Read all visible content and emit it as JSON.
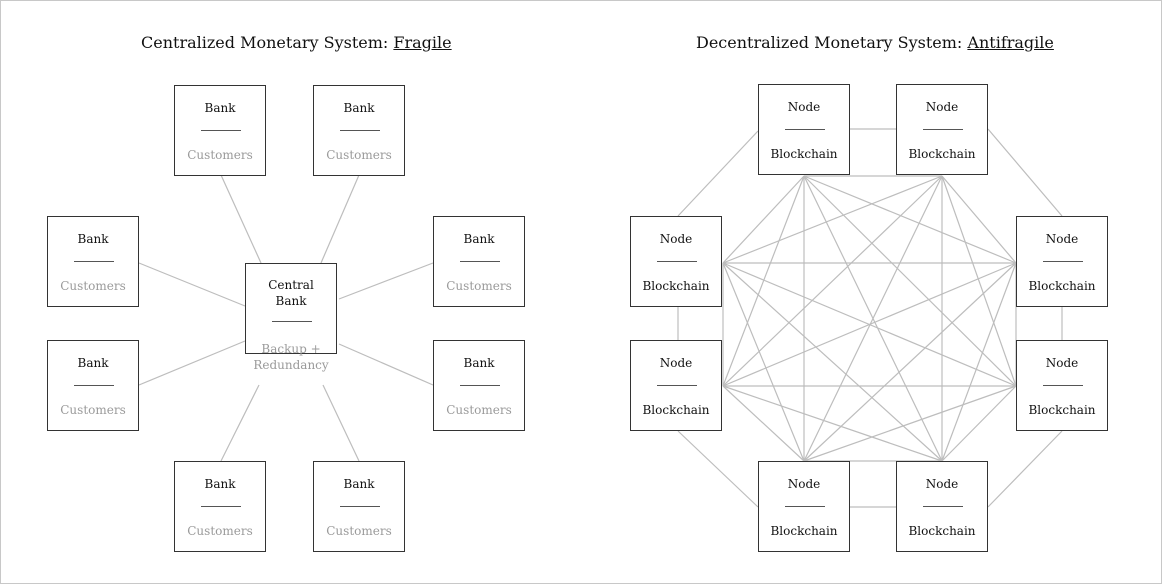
{
  "left": {
    "title_text": "Centralized Monetary System: ",
    "title_emph": "Fragile",
    "hub": {
      "line1": "Central",
      "line2": "Bank",
      "sub1": "Backup +",
      "sub2": "Redundancy"
    },
    "node_label": "Bank",
    "node_sub": "Customers"
  },
  "right": {
    "title_text": "Decentralized Monetary System: ",
    "title_emph": "Antifragile",
    "node_label": "Node",
    "node_sub": "Blockchain"
  },
  "colors": {
    "line": "#bdbdbd",
    "border": "#333333",
    "muted": "#9a9a9a"
  }
}
